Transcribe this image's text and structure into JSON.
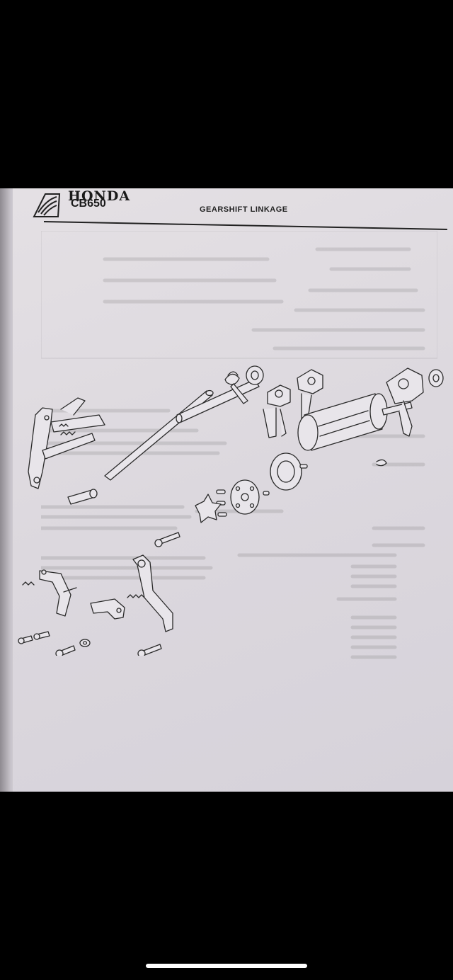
{
  "document": {
    "brand": "HONDA",
    "model": "CB650",
    "section_title": "GEARSHIFT LINKAGE"
  },
  "diagram": {
    "subject": "Exploded view of the gearshift linkage"
  },
  "colors": {
    "paper": "#dcd8de",
    "ink": "#222222",
    "background": "#000000"
  },
  "icons": {
    "brand_logo": "honda-wing-logo-icon"
  }
}
